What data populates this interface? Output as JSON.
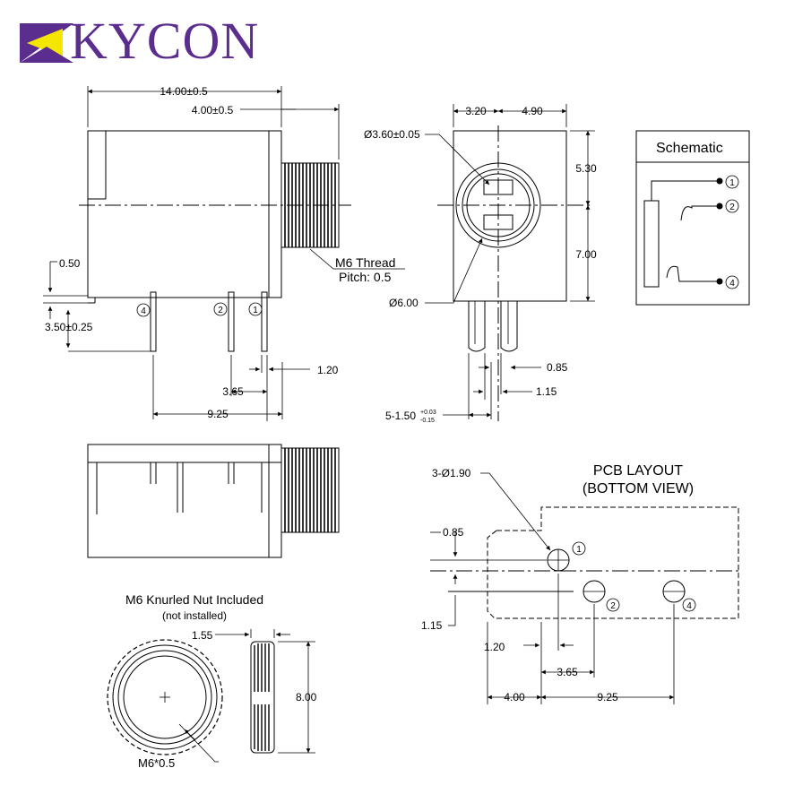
{
  "brand": {
    "name": "KYCON",
    "color": "#5b2d8e",
    "accent": "#f5e600"
  },
  "schematic": {
    "title": "Schematic",
    "pins": [
      "1",
      "2",
      "4"
    ]
  },
  "side_view": {
    "dim_overall": "14.00±0.5",
    "dim_thread_len": "4.00±0.5",
    "dim_flange": "0.50",
    "dim_pin_len": "3.50±0.25",
    "dim_pin_width": "1.20",
    "dim_pin_12": "3.65",
    "dim_pin_14": "9.25",
    "thread_label": "M6 Thread",
    "pitch_label": "Pitch: 0.5",
    "pin_labels": [
      "4",
      "2",
      "1"
    ]
  },
  "front_view": {
    "dim_left": "3.20",
    "dim_right": "4.90",
    "dim_top": "5.30",
    "dim_bottom": "7.00",
    "hole_dia": "Ø3.60±0.05",
    "outer_dia": "Ø6.00",
    "dim_085": "0.85",
    "dim_115": "1.15",
    "dim_pitch_main": "5-1.50",
    "dim_pitch_tol_plus": "+0.03",
    "dim_pitch_tol_minus": "-0.15"
  },
  "nut": {
    "title": "M6 Knurled Nut Included",
    "subtitle": "(not installed)",
    "dim_thick": "1.55",
    "dim_dia": "8.00",
    "thread": "M6*0.5"
  },
  "pcb": {
    "title1": "PCB LAYOUT",
    "title2": "(BOTTOM VIEW)",
    "holes": "3-Ø1.90",
    "dim_085": "0.85",
    "dim_115": "1.15",
    "dim_120": "1.20",
    "dim_365": "3.65",
    "dim_400": "4.00",
    "dim_925": "9.25",
    "pin_labels": [
      "1",
      "2",
      "4"
    ]
  }
}
